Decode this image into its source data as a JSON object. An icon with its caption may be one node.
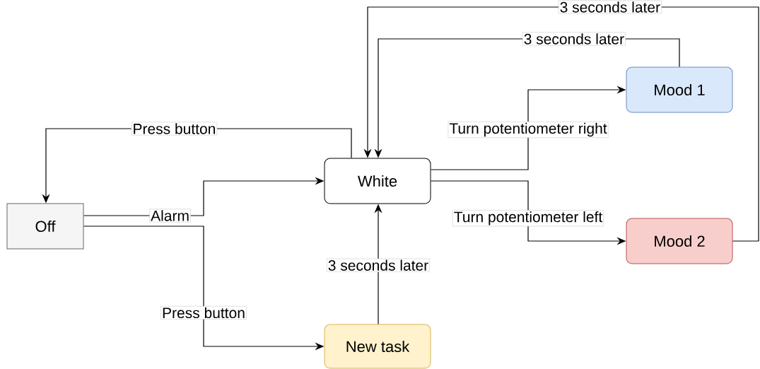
{
  "diagram": {
    "nodes": [
      {
        "text": [
          "Off"
        ]
      },
      {
        "text": [
          "White"
        ]
      },
      {
        "text": [
          "Mood 1"
        ]
      },
      {
        "text": [
          "Mood 2"
        ]
      },
      {
        "text": [
          "New task"
        ]
      }
    ],
    "edges": [
      {
        "from": 1,
        "to": 0,
        "arrow": "to",
        "label": "Press button"
      },
      {
        "from": 0,
        "to": 1,
        "arrow": "to",
        "label": "Alarm"
      },
      {
        "from": 0,
        "to": 4,
        "arrow": "to",
        "label": "Press button"
      },
      {
        "from": 4,
        "to": 1,
        "arrow": "to",
        "label": "3 seconds later"
      },
      {
        "from": 1,
        "to": 2,
        "arrow": "to",
        "label": "Turn potentiometer right"
      },
      {
        "from": 1,
        "to": 3,
        "arrow": "to",
        "label": "Turn potentiometer left"
      },
      {
        "from": 3,
        "to": 1,
        "arrow": "to",
        "label": "3 seconds later"
      },
      {
        "from": 2,
        "to": 1,
        "arrow": "to",
        "label": "3 seconds later"
      }
    ]
  }
}
